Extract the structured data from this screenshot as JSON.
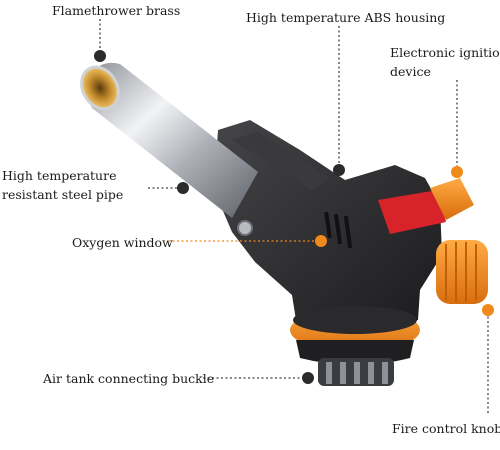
{
  "labels": {
    "flamethrower_brass": "Flamethrower brass",
    "abs_housing": "High temperature ABS housing",
    "ignition_line1": "Electronic ignition",
    "ignition_line2": "device",
    "pipe_line1": "High temperature",
    "pipe_line2": "resistant steel pipe",
    "oxygen_window": "Oxygen window",
    "air_tank_buckle": "Air tank connecting buckle",
    "fire_control_knob": "Fire control knob"
  },
  "colors": {
    "body": "#2b2b2d",
    "orange": "#f08a1c",
    "red_button": "#d8232a",
    "steel": "#c4c7cc",
    "leader": "#444444"
  }
}
